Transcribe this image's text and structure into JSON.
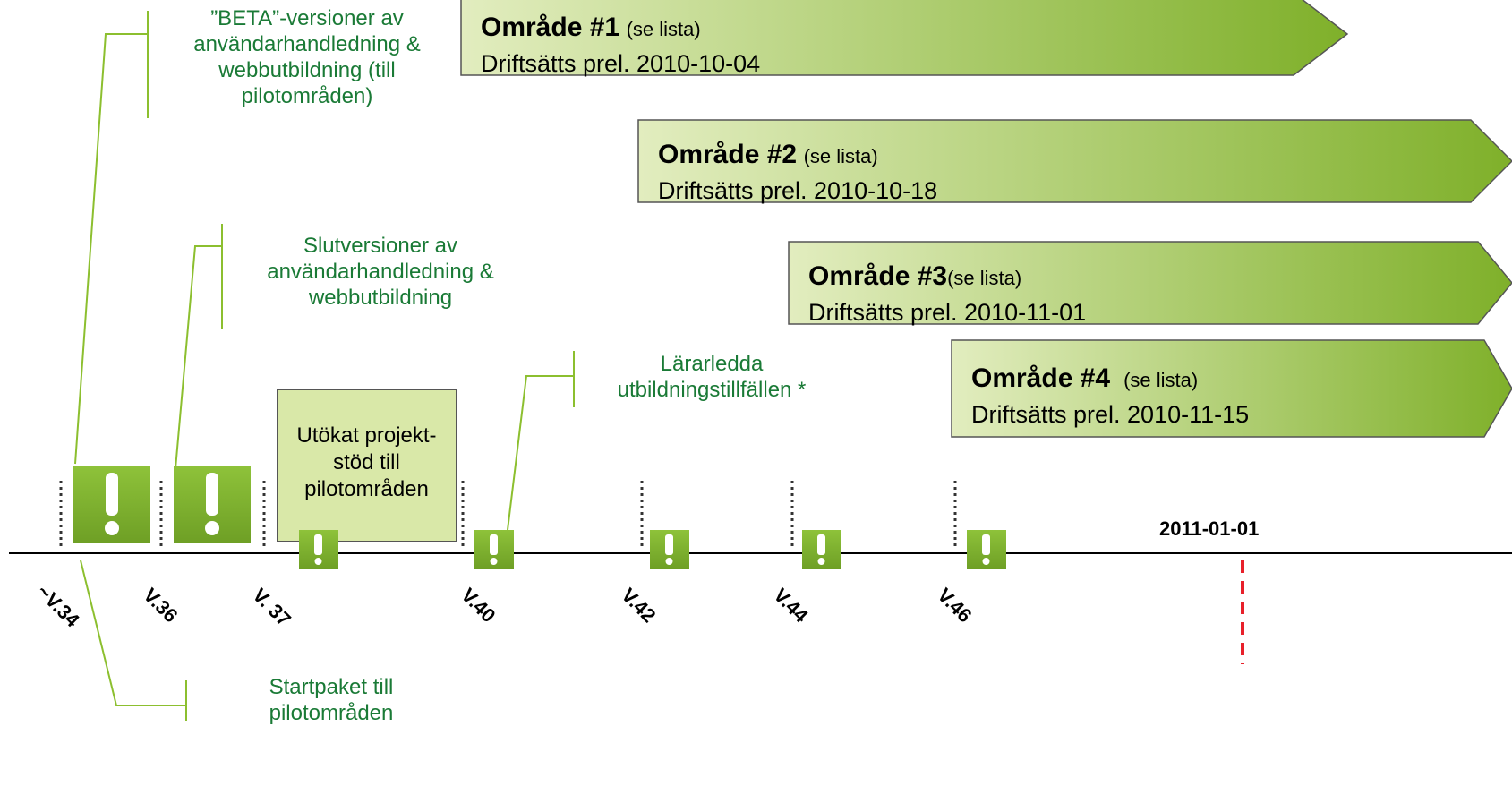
{
  "colors": {
    "label_green": "#1a7a36",
    "arrow_light": "#e2edbf",
    "arrow_dark": "#7fb02a",
    "icon_green": "#7fb02a",
    "deadline_red": "#e8202a"
  },
  "icon_names": [
    "exclamation-icon"
  ],
  "arrows": [
    {
      "title": "Område #1",
      "note": "(se lista)",
      "date_text": "Driftsätts prel. 2010-10-04"
    },
    {
      "title": "Område #2",
      "note": "(se lista)",
      "date_text": "Driftsätts prel. 2010-10-18"
    },
    {
      "title": "Område #3",
      "note": "(se lista)",
      "date_text": "Driftsätts prel. 2010-11-01"
    },
    {
      "title": "Område #4",
      "note": "(se lista)",
      "date_text": "Driftsätts prel. 2010-11-15"
    }
  ],
  "callouts": {
    "beta": "”BETA”-versioner av användarhandledning & webbutbildning (till pilotområden)",
    "final": "Slutversioner av användarhandledning & webbutbildning",
    "teacher_led": "Lärarledda utbildningstillfällen *",
    "startpaket": "Startpaket till pilotområden"
  },
  "support_box": "Utökat projekt-stöd till pilotområden",
  "timeline": {
    "weeks": [
      "~V.34",
      "V.36",
      "V. 37",
      "V.40",
      "V.42",
      "V.44",
      "V.46"
    ],
    "deadline_label": "2011-01-01"
  }
}
